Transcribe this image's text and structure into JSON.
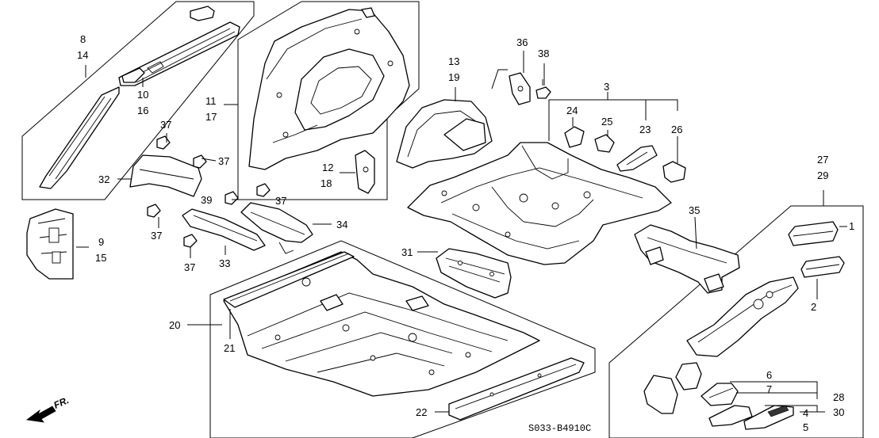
{
  "diagram": {
    "ref_code": "S033-B4910C",
    "direction_label": "FR.",
    "callouts": {
      "c1": "1",
      "c2": "2",
      "c3": "3",
      "c4": "4",
      "c5": "5",
      "c6": "6",
      "c7": "7",
      "c8": "8",
      "c9": "9",
      "c10": "10",
      "c11": "11",
      "c12": "12",
      "c13": "13",
      "c14": "14",
      "c15": "15",
      "c16": "16",
      "c17": "17",
      "c18": "18",
      "c19": "19",
      "c20": "20",
      "c21": "21",
      "c22": "22",
      "c23": "23",
      "c24": "24",
      "c25": "25",
      "c26": "26",
      "c27": "27",
      "c28": "28",
      "c29": "29",
      "c30": "30",
      "c31": "31",
      "c32": "32",
      "c33": "33",
      "c34": "34",
      "c35": "35",
      "c36": "36",
      "c37": "37",
      "c38": "38",
      "c39": "39"
    }
  }
}
